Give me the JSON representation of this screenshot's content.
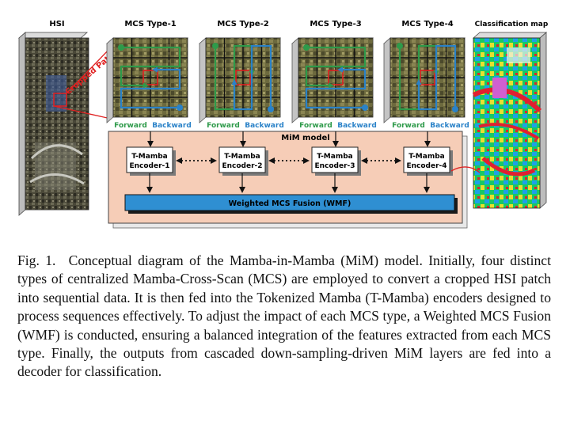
{
  "labels": {
    "hsi": "HSI",
    "mcs_types": [
      "MCS Type-1",
      "MCS Type-2",
      "MCS Type-3",
      "MCS Type-4"
    ],
    "classification_map": "Classification map",
    "cropped_patch": "Cropped Patch",
    "forward": "Forward",
    "backward": "Backward",
    "mim_model": "MiM model",
    "encoders": [
      [
        "T-Mamba",
        "Encoder-1"
      ],
      [
        "T-Mamba",
        "Encoder-2"
      ],
      [
        "T-Mamba",
        "Encoder-3"
      ],
      [
        "T-Mamba",
        "Encoder-4"
      ]
    ],
    "fusion": "Weighted MCS Fusion (WMF)"
  },
  "colors": {
    "forward": "#2e9a4a",
    "backward": "#2a82c8",
    "mim_bg": "#f6cdb7",
    "fusion_bar": "#2f8fd2",
    "patch_red": "#e02020"
  },
  "caption": "Fig. 1.  Conceptual diagram of the Mamba-in-Mamba (MiM) model. Initially, four distinct types of centralized Mamba-Cross-Scan (MCS) are employed to convert a cropped HSI patch into sequential data. It is then fed into the Tokenized Mamba (T-Mamba) encoders designed to process sequences effectively. To adjust the impact of each MCS type, a Weighted MCS Fusion (WMF) is conducted, ensuring a balanced integration of the features extracted from each MCS type. Finally, the outputs from cascaded down-sampling-driven MiM layers are fed into a decoder for classification."
}
